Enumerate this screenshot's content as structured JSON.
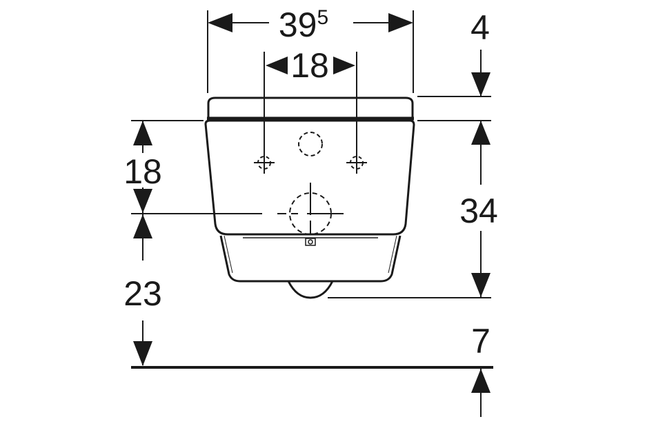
{
  "dimensions": {
    "overall_width": {
      "main": "39",
      "sup": "5"
    },
    "fixing_distance": "18",
    "top_gap": "4",
    "upper_height": "18",
    "lower_height": "23",
    "body_height": "34",
    "floor_gap": "7"
  },
  "colors": {
    "line": "#1a1a1a",
    "background": "#ffffff"
  }
}
